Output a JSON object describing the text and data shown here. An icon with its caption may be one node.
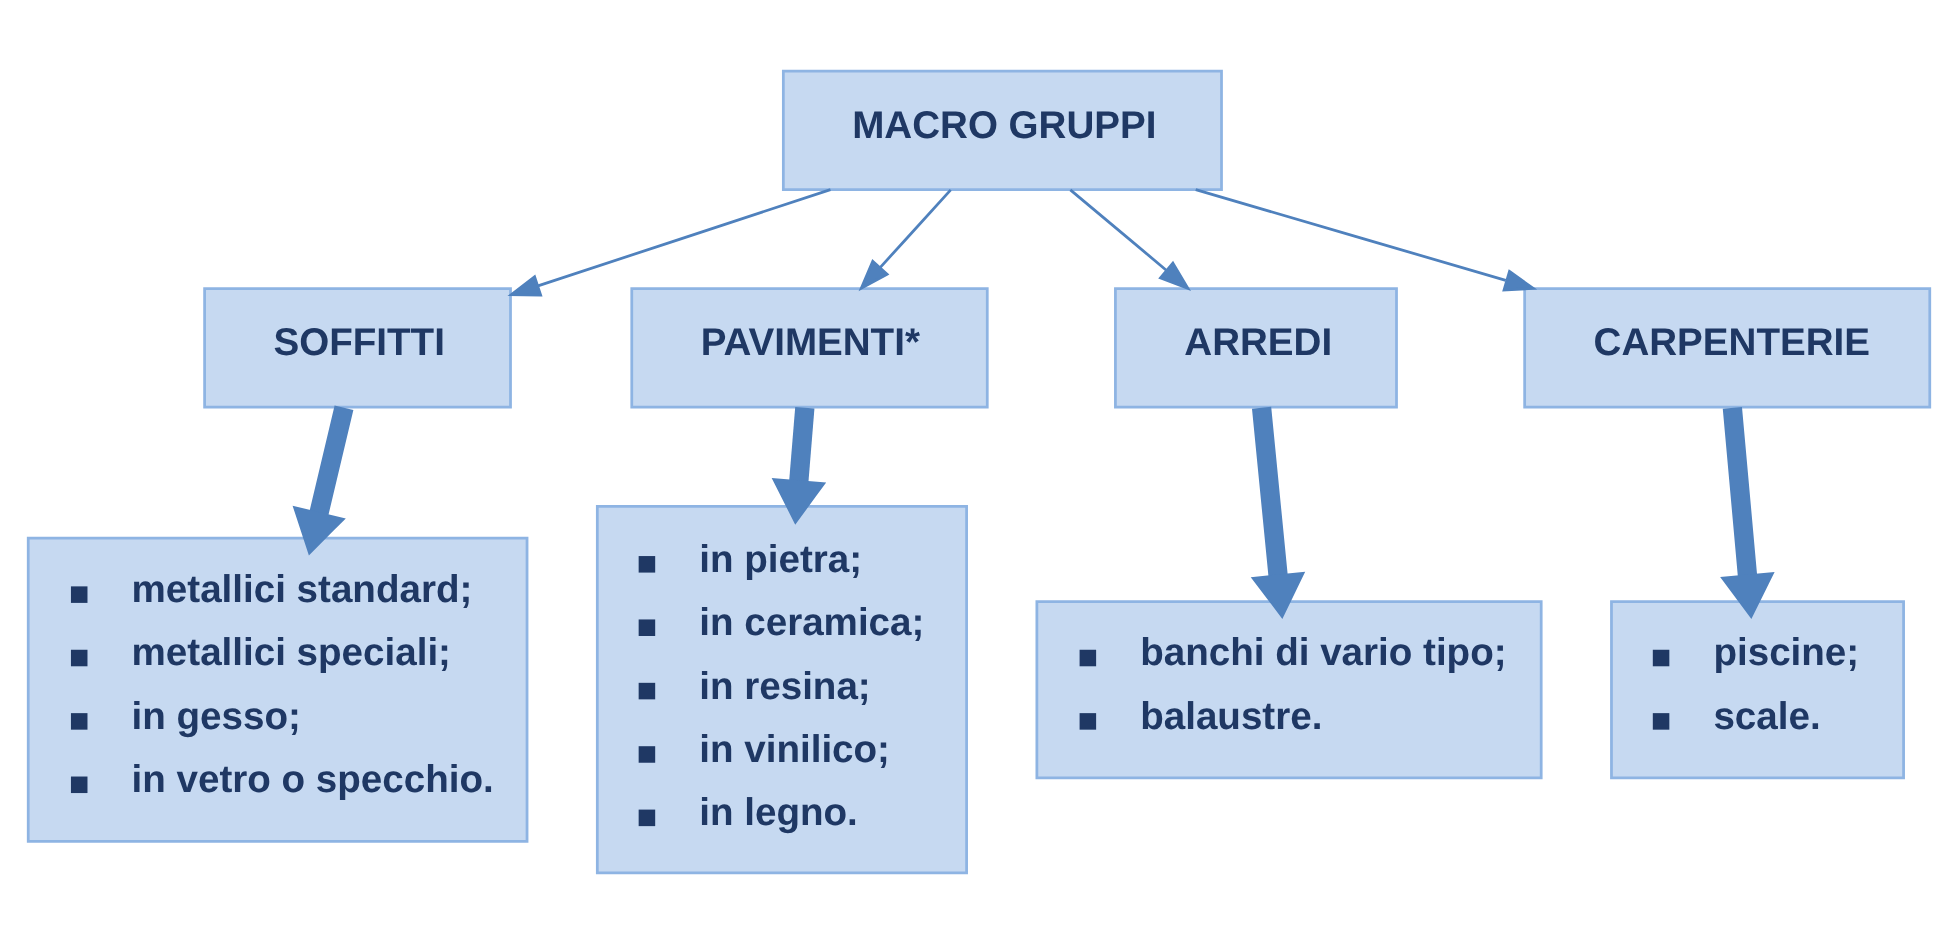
{
  "diagram": {
    "nodes": [
      {
        "text": [
          "MACRO GRUPPI"
        ]
      },
      {
        "text": [
          "SOFFITTI"
        ]
      },
      {
        "text": [
          "PAVIMENTI*"
        ]
      },
      {
        "text": [
          "ARREDI"
        ]
      },
      {
        "text": [
          "CARPENTERIE"
        ]
      },
      {
        "text": [
          "metallici standard;",
          "metallici speciali;",
          "in gesso;",
          "in vetro o specchio."
        ]
      },
      {
        "text": [
          "in pietra;",
          "in ceramica;",
          "in resina;",
          "in vinilico;",
          "in legno."
        ]
      },
      {
        "text": [
          "banchi di vario tipo;",
          "balaustre."
        ]
      },
      {
        "text": [
          "piscine;",
          "scale."
        ]
      }
    ],
    "edges": [
      {
        "from": 0,
        "to": 1,
        "arrow": "to"
      },
      {
        "from": 0,
        "to": 2,
        "arrow": "to"
      },
      {
        "from": 0,
        "to": 3,
        "arrow": "to"
      },
      {
        "from": 0,
        "to": 4,
        "arrow": "to"
      },
      {
        "from": 1,
        "to": 5,
        "arrow": "to",
        "style": "thick"
      },
      {
        "from": 2,
        "to": 6,
        "arrow": "to",
        "style": "thick"
      },
      {
        "from": 3,
        "to": 7,
        "arrow": "to",
        "style": "thick"
      },
      {
        "from": 4,
        "to": 8,
        "arrow": "to",
        "style": "thick"
      }
    ]
  }
}
